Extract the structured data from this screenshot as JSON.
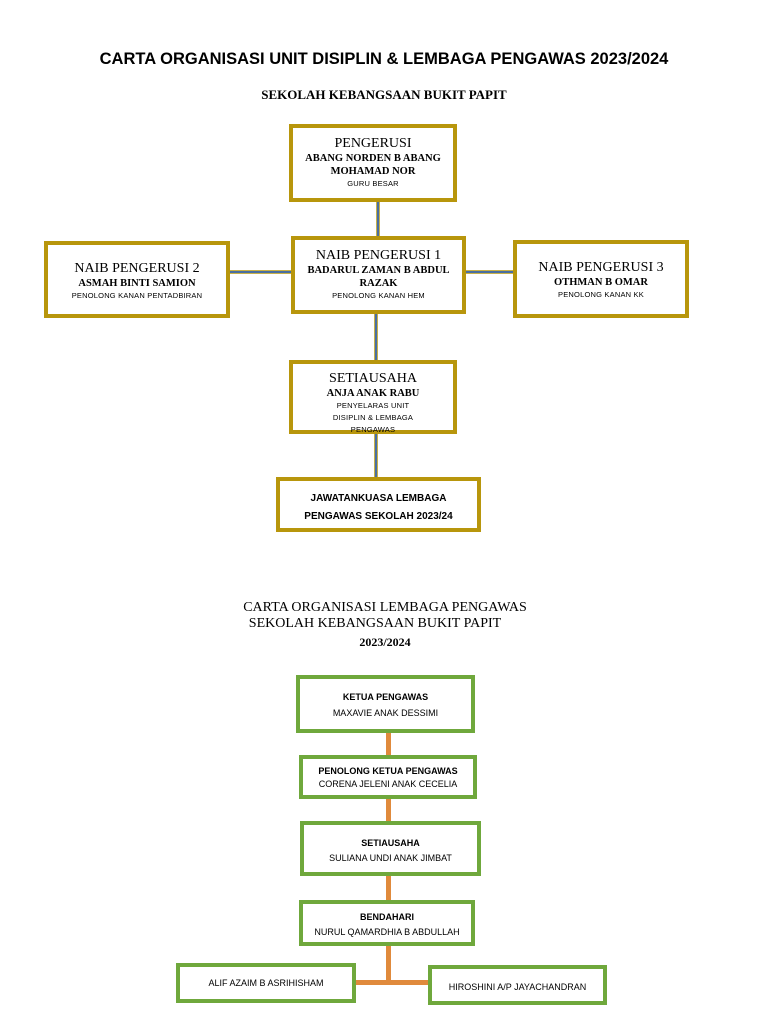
{
  "chart1": {
    "title": "CARTA ORGANISASI UNIT DISIPLIN & LEMBAGA PENGAWAS 2023/2024",
    "subtitle": "SEKOLAH KEBANGSAAN BUKIT PAPIT",
    "pengerusi": {
      "role": "PENGERUSI",
      "name": "ABANG NORDEN B ABANG MOHAMAD NOR",
      "position": "GURU BESAR"
    },
    "naib1": {
      "role": "NAIB PENGERUSI 1",
      "name": "BADARUL ZAMAN B ABDUL RAZAK",
      "position": "PENOLONG KANAN HEM"
    },
    "naib2": {
      "role": "NAIB PENGERUSI 2",
      "name": "ASMAH BINTI SAMION",
      "position": "PENOLONG KANAN PENTADBIRAN"
    },
    "naib3": {
      "role": "NAIB PENGERUSI 3",
      "name": "OTHMAN B OMAR",
      "position": "PENOLONG KANAN KK"
    },
    "setiausaha": {
      "role": "SETIAUSAHA",
      "name": "ANJA ANAK RABU",
      "position": "PENYELARAS UNIT DISIPLIN & LEMBAGA PENGAWAS"
    },
    "jawatankuasa": {
      "label": "JAWATANKUASA LEMBAGA PENGAWAS SEKOLAH 2023/24"
    }
  },
  "chart2": {
    "title_line1": "CARTA ORGANISASI LEMBAGA PENGAWAS",
    "title_line2": "SEKOLAH KEBANGSAAN BUKIT PAPIT",
    "title_line3": "2023/2024",
    "ketua": {
      "title": "KETUA PENGAWAS",
      "name": "MAXAVIE ANAK DESSIMI"
    },
    "penolong": {
      "title": "PENOLONG KETUA PENGAWAS",
      "name": "CORENA JELENI ANAK CECELIA"
    },
    "setiausaha": {
      "title": "SETIAUSAHA",
      "name": "SULIANA UNDI ANAK JIMBAT"
    },
    "bendahari": {
      "title": "BENDAHARI",
      "name": "NURUL QAMARDHIA B ABDULLAH"
    },
    "left_member": {
      "name": "ALIF AZAIM B ASRIHISHAM"
    },
    "right_member": {
      "name": "HIROSHINI A/P JAYACHANDRAN"
    }
  },
  "colors": {
    "gold_border": "#b8960c",
    "green_border": "#6fa83c",
    "blue_connector": "#4a6fa0",
    "orange_connector": "#e08a3c"
  }
}
